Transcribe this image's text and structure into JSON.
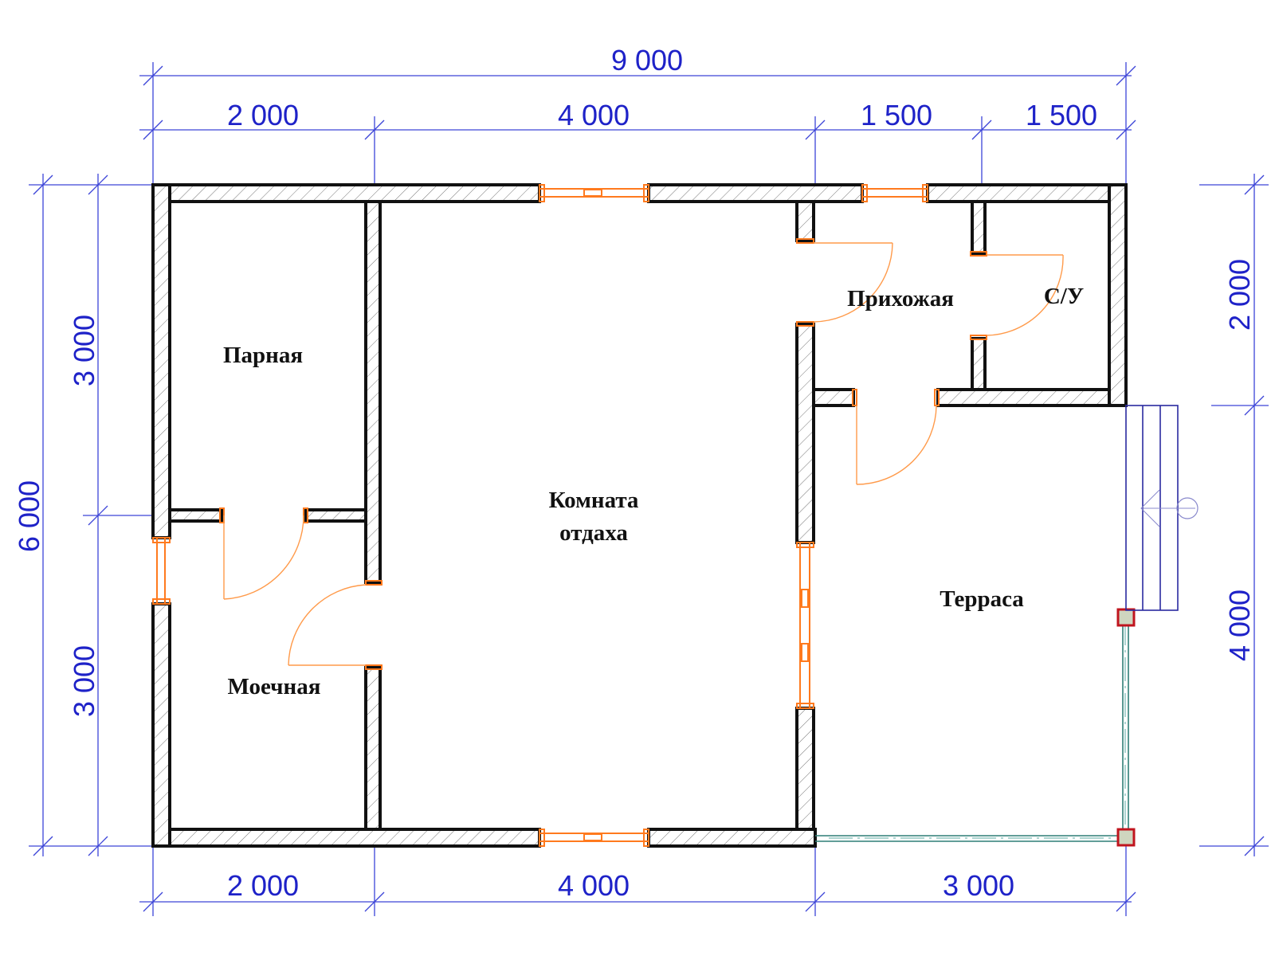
{
  "colors": {
    "dimension": "#1e22c8",
    "wall": "#111111",
    "opening": "#ff7a1e",
    "railing": "#2f7e76",
    "post": "#c0141e",
    "stairs": "#2a2aa0"
  },
  "dimensions": {
    "top_total": "9 000",
    "top_segments": [
      "2 000",
      "4 000",
      "1 500",
      "1 500"
    ],
    "bottom_segments": [
      "2 000",
      "4 000",
      "3 000"
    ],
    "left_total": "6 000",
    "left_segments": [
      "3 000",
      "3 000"
    ],
    "right_segments": [
      "2 000",
      "4 000"
    ]
  },
  "rooms": {
    "parnaya": "Парная",
    "moechnaya": "Моечная",
    "komnata_line1": "Комната",
    "komnata_line2": "отдаха",
    "prihozhaya": "Прихожая",
    "su": "С/У",
    "terrasa": "Терраса"
  }
}
